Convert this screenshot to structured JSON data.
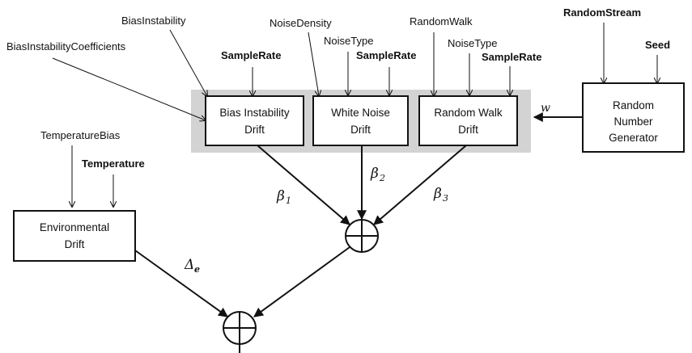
{
  "labels": {
    "bias_instability": "BiasInstability",
    "bias_instability_coefficients": "BiasInstabilityCoefficients",
    "noise_density": "NoiseDensity",
    "noise_type_1": "NoiseType",
    "random_walk": "RandomWalk",
    "noise_type_2": "NoiseType",
    "random_stream": "RandomStream",
    "seed": "Seed",
    "sample_rate_1": "SampleRate",
    "sample_rate_2": "SampleRate",
    "sample_rate_3": "SampleRate",
    "temperature_bias": "TemperatureBias",
    "temperature": "Temperature"
  },
  "blocks": {
    "bias_instability_drift": [
      "Bias Instability",
      "Drift"
    ],
    "white_noise_drift": [
      "White Noise",
      "Drift"
    ],
    "random_walk_drift": [
      "Random Walk",
      "Drift"
    ],
    "random_number_generator": [
      "Random",
      "Number",
      "Generator"
    ],
    "environmental_drift": [
      "Environmental",
      "Drift"
    ]
  },
  "symbols": {
    "w": "w",
    "beta": "β",
    "beta1_sub": "1",
    "beta2_sub": "2",
    "beta3_sub": "3",
    "delta": "Δ",
    "delta_sub": "e"
  },
  "colors": {
    "group_background": "#d3d3d3",
    "line": "#111111"
  }
}
